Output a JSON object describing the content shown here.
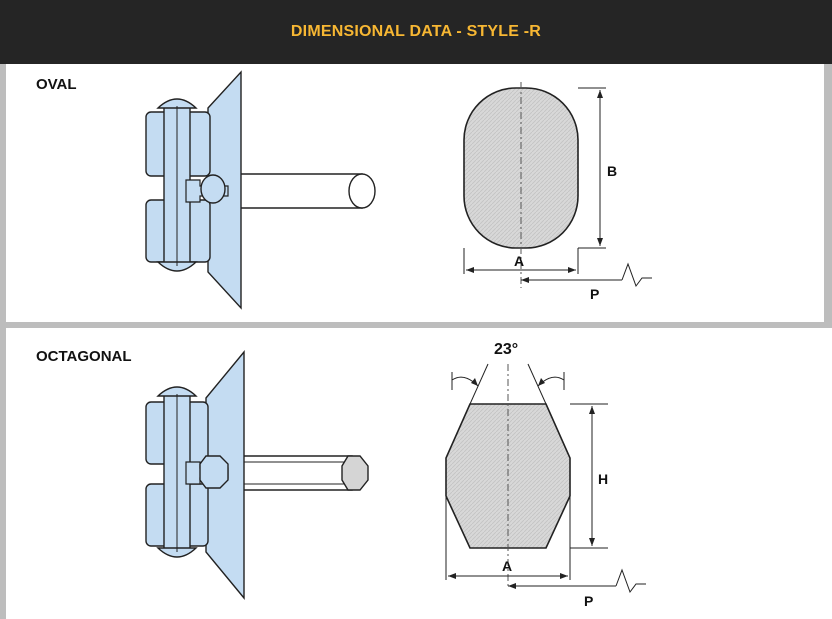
{
  "header": {
    "title": "DIMENSIONAL DATA - STYLE -R"
  },
  "sections": [
    {
      "label": "OVAL",
      "dims": {
        "height": "B",
        "width": "A",
        "pitch": "P"
      }
    },
    {
      "label": "OCTAGONAL",
      "dims": {
        "angle": "23°",
        "height": "H",
        "width": "A",
        "pitch": "P"
      }
    }
  ],
  "colors": {
    "header_bg": "#252525",
    "header_text": "#f7b733",
    "part_fill": "#c4dcf2",
    "gasket_fill": "#d5d5d5",
    "frame": "#bdbdbd"
  }
}
